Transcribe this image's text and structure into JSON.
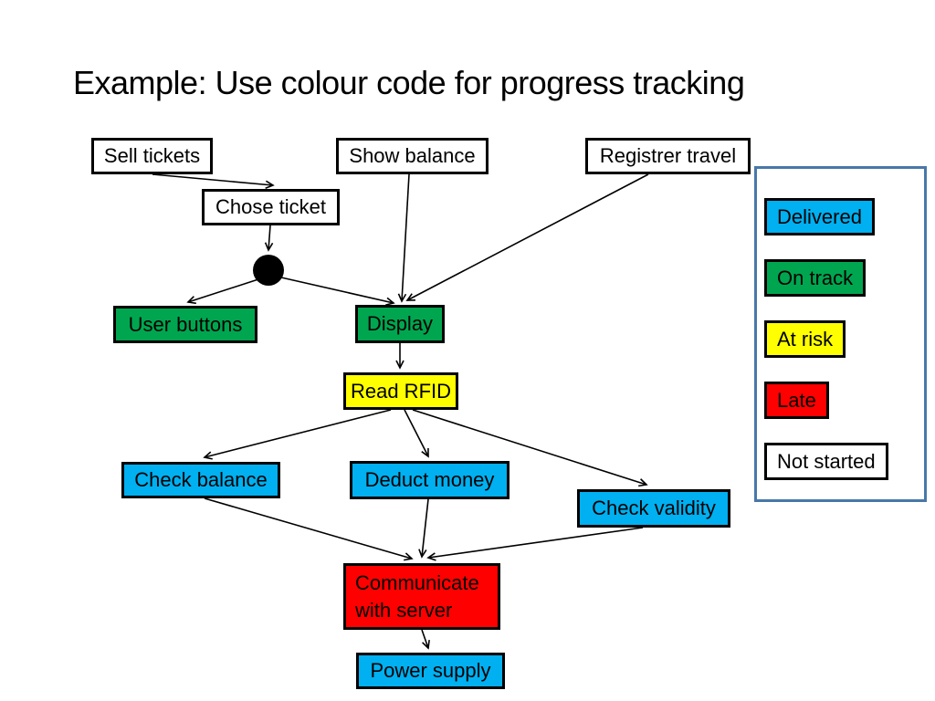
{
  "slide": {
    "title": "Example: Use colour code for progress tracking"
  },
  "palette": {
    "delivered": "#00B0F0",
    "on_track": "#00A64F",
    "at_risk": "#FFFF00",
    "late": "#FF0000",
    "not_started": "#FFFFFF",
    "shape_border": "#000000",
    "legend_border": "#4878A8",
    "connector": "#000000"
  },
  "diagram": {
    "nodes": [
      {
        "id": "sell-tickets",
        "label": "Sell tickets",
        "status": "not_started"
      },
      {
        "id": "show-balance",
        "label": "Show balance",
        "status": "not_started"
      },
      {
        "id": "registrer-travel",
        "label": "Registrer travel",
        "status": "not_started"
      },
      {
        "id": "chose-ticket",
        "label": "Chose ticket",
        "status": "not_started"
      },
      {
        "id": "user-buttons",
        "label": "User buttons",
        "status": "on_track"
      },
      {
        "id": "display",
        "label": "Display",
        "status": "on_track"
      },
      {
        "id": "read-rfid",
        "label": "Read RFID",
        "status": "at_risk"
      },
      {
        "id": "check-balance",
        "label": "Check balance",
        "status": "delivered"
      },
      {
        "id": "deduct-money",
        "label": "Deduct money",
        "status": "delivered"
      },
      {
        "id": "check-validity",
        "label": "Check validity",
        "status": "delivered"
      },
      {
        "id": "communicate-with-server",
        "label": "Communicate with server",
        "status": "late"
      },
      {
        "id": "power-supply",
        "label": "Power supply",
        "status": "delivered"
      }
    ],
    "junction": {
      "id": "junction-dot",
      "shape": "filled-circle"
    },
    "edges": [
      {
        "from": "sell-tickets",
        "to": "chose-ticket"
      },
      {
        "from": "chose-ticket",
        "to": "junction-dot"
      },
      {
        "from": "junction-dot",
        "to": "user-buttons"
      },
      {
        "from": "junction-dot",
        "to": "display"
      },
      {
        "from": "show-balance",
        "to": "display"
      },
      {
        "from": "registrer-travel",
        "to": "display"
      },
      {
        "from": "display",
        "to": "read-rfid"
      },
      {
        "from": "read-rfid",
        "to": "check-balance"
      },
      {
        "from": "read-rfid",
        "to": "deduct-money"
      },
      {
        "from": "read-rfid",
        "to": "check-validity"
      },
      {
        "from": "check-balance",
        "to": "communicate-with-server"
      },
      {
        "from": "deduct-money",
        "to": "communicate-with-server"
      },
      {
        "from": "check-validity",
        "to": "communicate-with-server"
      },
      {
        "from": "communicate-with-server",
        "to": "power-supply"
      }
    ]
  },
  "legend": {
    "items": [
      {
        "label": "Delivered",
        "status": "delivered"
      },
      {
        "label": "On track",
        "status": "on_track"
      },
      {
        "label": "At risk",
        "status": "at_risk"
      },
      {
        "label": "Late",
        "status": "late"
      },
      {
        "label": "Not started",
        "status": "not_started"
      }
    ]
  }
}
